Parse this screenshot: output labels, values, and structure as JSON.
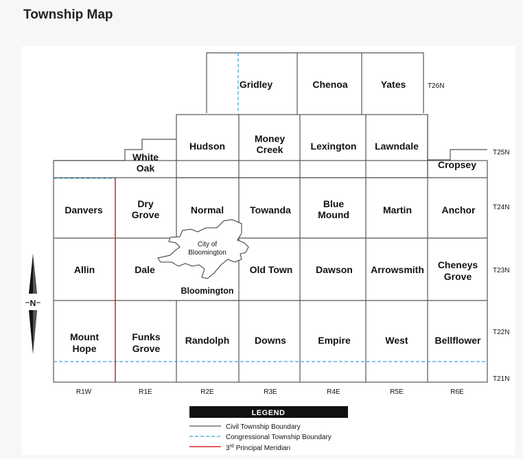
{
  "page": {
    "title": "Township Map"
  },
  "map": {
    "townships": {
      "gridley": [
        "Gridley"
      ],
      "chenoa": [
        "Chenoa"
      ],
      "yates": [
        "Yates"
      ],
      "hudson": [
        "Hudson"
      ],
      "money_creek": [
        "Money",
        "Creek"
      ],
      "lexington": [
        "Lexington"
      ],
      "lawndale": [
        "Lawndale"
      ],
      "white_oak": [
        "White",
        "Oak"
      ],
      "cropsey": [
        "Cropsey"
      ],
      "danvers": [
        "Danvers"
      ],
      "dry_grove": [
        "Dry",
        "Grove"
      ],
      "normal": [
        "Normal"
      ],
      "towanda": [
        "Towanda"
      ],
      "blue_mound": [
        "Blue",
        "Mound"
      ],
      "martin": [
        "Martin"
      ],
      "anchor": [
        "Anchor"
      ],
      "allin": [
        "Allin"
      ],
      "dale": [
        "Dale"
      ],
      "bloomington": [
        "Bloomington"
      ],
      "old_town": [
        "Old Town"
      ],
      "dawson": [
        "Dawson"
      ],
      "arrowsmith": [
        "Arrowsmith"
      ],
      "cheneys_grove": [
        "Cheneys",
        "Grove"
      ],
      "mount_hope": [
        "Mount",
        "Hope"
      ],
      "funks_grove": [
        "Funks",
        "Grove"
      ],
      "randolph": [
        "Randolph"
      ],
      "downs": [
        "Downs"
      ],
      "empire": [
        "Empire"
      ],
      "west": [
        "West"
      ],
      "bellflower": [
        "Bellflower"
      ]
    },
    "city": [
      "City of",
      "Bloomington"
    ],
    "tiers": [
      "T26N",
      "T25N",
      "T24N",
      "T23N",
      "T22N",
      "T21N"
    ],
    "ranges": [
      "R1W",
      "R1E",
      "R2E",
      "R3E",
      "R4E",
      "R5E",
      "R6E"
    ],
    "north_label": "N",
    "colors": {
      "civil_boundary": "#555555",
      "congressional_boundary": "#3ba3d9",
      "principal_meridian": "#d9262b"
    }
  },
  "legend": {
    "title": "LEGEND",
    "items": {
      "civil": "Civil Township Boundary",
      "congressional": "Congressional Township Boundary",
      "meridian_prefix": "3",
      "meridian_sup": "rd",
      "meridian_suffix": " Principal Meridian"
    }
  }
}
